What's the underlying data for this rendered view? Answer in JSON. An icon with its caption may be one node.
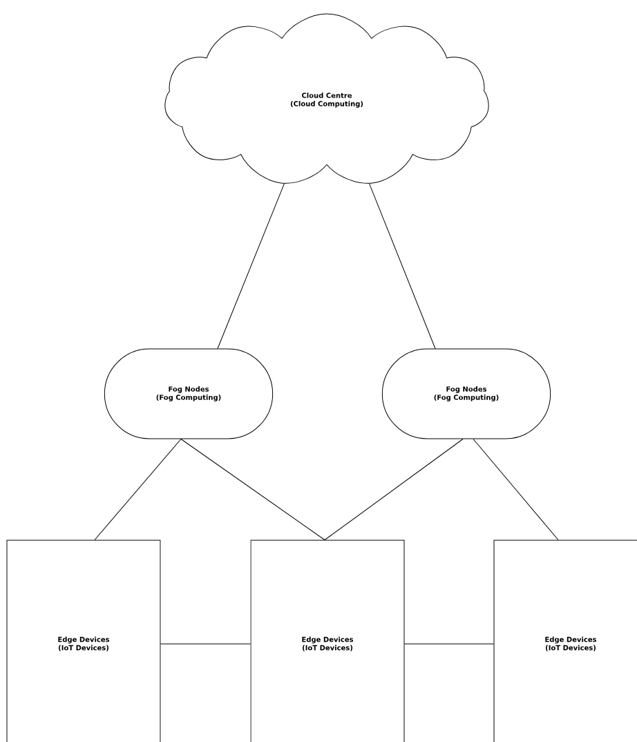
{
  "diagram": {
    "nodes": [
      {
        "text": [
          "Cloud Centre",
          "(Cloud Computing)"
        ]
      },
      {
        "text": [
          "Fog Nodes",
          "(Fog Computing)"
        ]
      },
      {
        "text": [
          "Fog Nodes",
          "(Fog Computing)"
        ]
      },
      {
        "text": [
          "Edge Devices",
          "(IoT Devices)"
        ]
      },
      {
        "text": [
          "Edge Devices",
          "(IoT Devices)"
        ]
      },
      {
        "text": [
          "Edge Devices",
          "(IoT Devices)"
        ]
      }
    ],
    "edges": [
      {
        "from": 0,
        "to": 1,
        "arrow": "none"
      },
      {
        "from": 0,
        "to": 2,
        "arrow": "none"
      },
      {
        "from": 1,
        "to": 3,
        "arrow": "none"
      },
      {
        "from": 1,
        "to": 4,
        "arrow": "none"
      },
      {
        "from": 2,
        "to": 4,
        "arrow": "none"
      },
      {
        "from": 2,
        "to": 5,
        "arrow": "none"
      },
      {
        "from": 3,
        "to": 4,
        "arrow": "none"
      },
      {
        "from": 4,
        "to": 5,
        "arrow": "none"
      }
    ]
  }
}
